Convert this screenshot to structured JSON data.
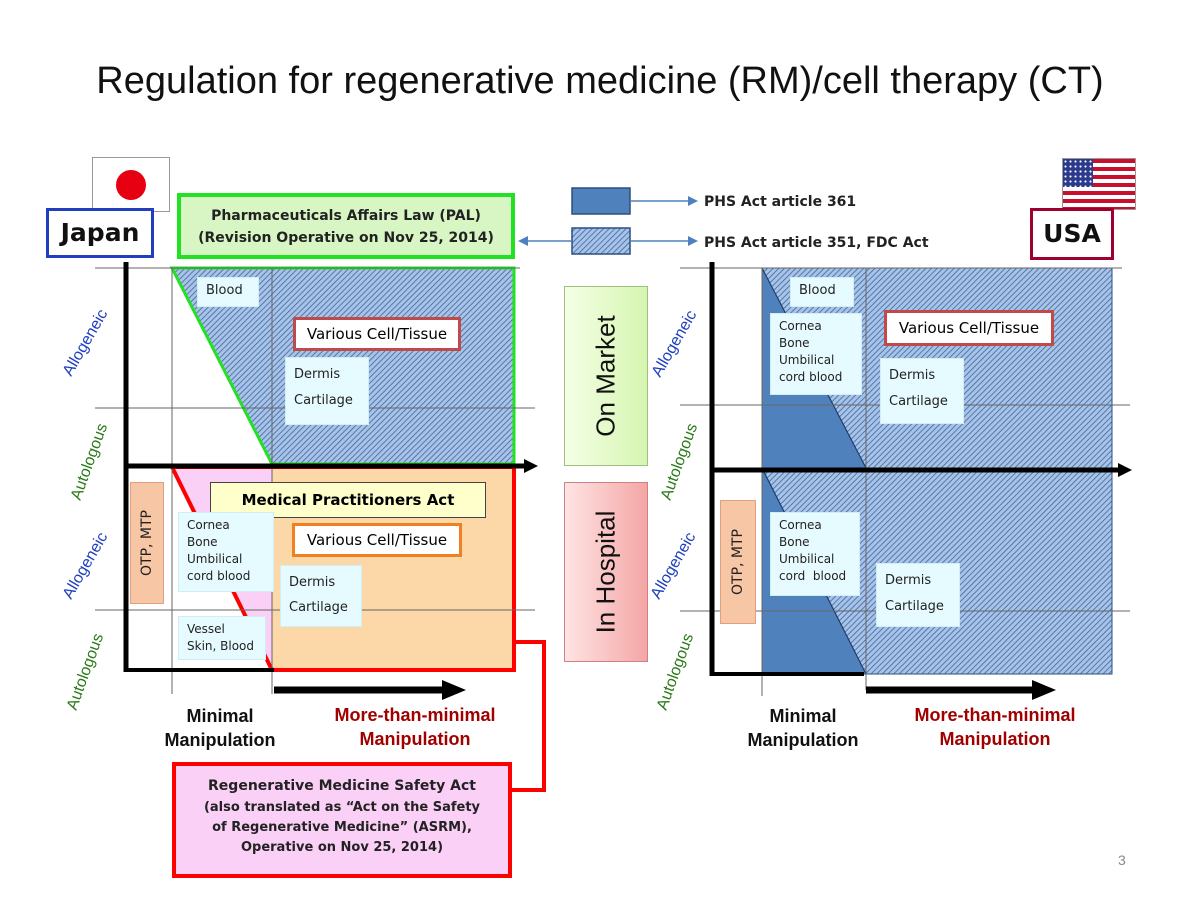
{
  "title": "Regulation for regenerative medicine (RM)/cell therapy (CT)",
  "legend": {
    "solid_label": "PHS Act article 361",
    "hatched_label": "PHS Act article 351, FDC Act"
  },
  "japan": {
    "country_label": "Japan",
    "pal": {
      "line1": "Pharmaceuticals Affairs Law (PAL)",
      "line2": "(Revision Operative on Nov 25, 2014)"
    },
    "medical_practitioners_act": "Medical Practitioners Act",
    "otp_mtp": "OTP, MTP",
    "market_top": {
      "blood": "Blood",
      "various": "Various Cell/Tissue",
      "dermis": "Dermis",
      "cartilage": "Cartilage"
    },
    "hospital": {
      "various": "Various Cell/Tissue",
      "cornea_lines": [
        "Cornea",
        "Bone",
        "Umbilical",
        "cord blood"
      ],
      "vessel_lines": [
        "Vessel",
        "Skin, Blood"
      ],
      "dermis": "Dermis",
      "cartilage": "Cartilage"
    },
    "axis": {
      "allogeneic": "Allogeneic",
      "autologous": "Autologous",
      "minimal_line1": "Minimal",
      "minimal_line2": "Manipulation",
      "more_line1": "More-than-minimal",
      "more_line2": "Manipulation"
    },
    "rmsa": {
      "line1": "Regenerative Medicine Safety Act",
      "line2": "(also translated as “Act on the Safety",
      "line3": "of Regenerative Medicine” (ASRM),",
      "line4": "Operative on Nov 25, 2014)"
    }
  },
  "center": {
    "on_market": "On Market",
    "in_hospital": "In Hospital"
  },
  "usa": {
    "country_label": "USA",
    "otp_mtp": "OTP, MTP",
    "market_top": {
      "blood": "Blood",
      "cornea_lines": [
        "Cornea",
        "Bone",
        "Umbilical",
        "cord blood"
      ],
      "various": "Various Cell/Tissue",
      "dermis": "Dermis",
      "cartilage": "Cartilage"
    },
    "hospital": {
      "cornea_lines": [
        "Cornea",
        "Bone",
        "Umbilical",
        "cord  blood"
      ],
      "dermis": "Dermis",
      "cartilage": "Cartilage"
    },
    "axis": {
      "allogeneic": "Allogeneic",
      "autologous": "Autologous",
      "minimal_line1": "Minimal",
      "minimal_line2": "Manipulation",
      "more_line1": "More-than-minimal",
      "more_line2": "Manipulation"
    }
  },
  "page_number": "3",
  "colors": {
    "solid_blue": "#4f81bd",
    "hatch_blue": "#3a66a3",
    "pal_green": "#22e022",
    "rmsa_red": "#ff0000",
    "orange_fill": "#fcd7a8",
    "pink_fill": "#fbd0f7",
    "allogeneic_blue": "#1f3fbf",
    "autologous_green": "#2a7a1a",
    "dark_red": "#a00000"
  }
}
